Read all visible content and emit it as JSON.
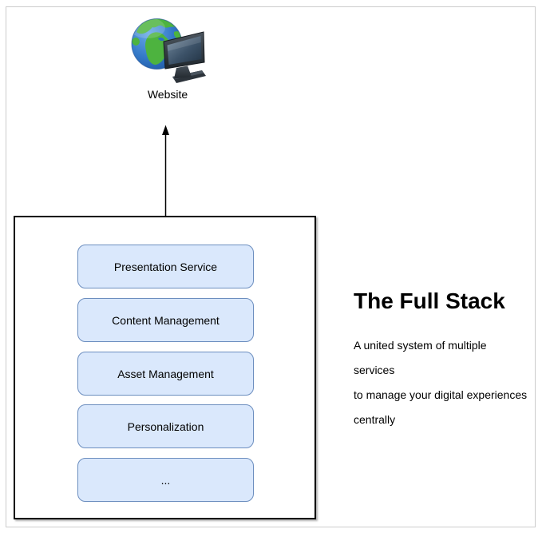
{
  "diagram": {
    "website_node": {
      "label": "Website",
      "icon": "globe-monitor-icon"
    },
    "stack": {
      "services": [
        "Presentation Service",
        "Content Management",
        "Asset Management",
        "Personalization",
        "..."
      ]
    },
    "sidepanel": {
      "title": "The Full Stack",
      "description_lines": [
        "A united system of multiple services",
        "to manage your digital experiences",
        "centrally"
      ]
    },
    "colors": {
      "service_fill": "#dae8fc",
      "service_border": "#6c8ebf",
      "container_border": "#000000",
      "frame_border": "#cccccc",
      "arrow": "#000000",
      "text": "#000000"
    }
  }
}
